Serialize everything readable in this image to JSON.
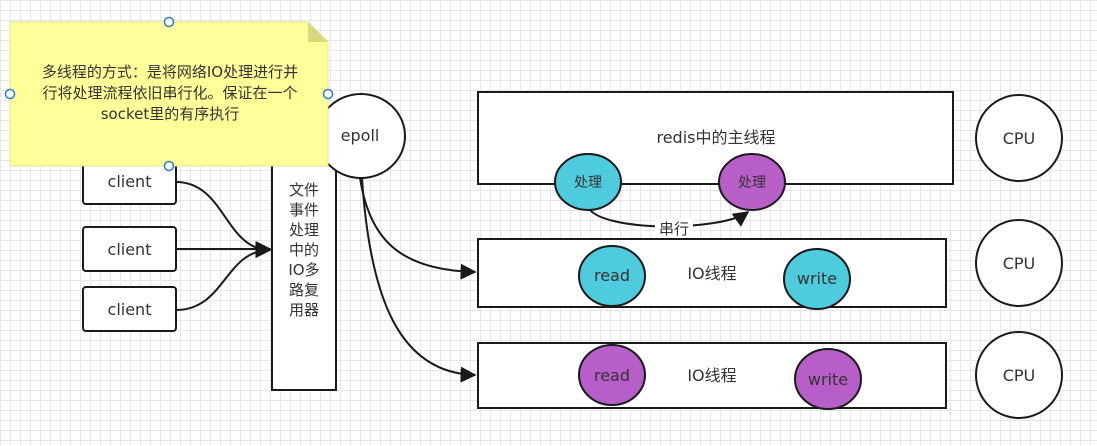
{
  "note": {
    "line1": "多线程的方式：是将网络IO处理进行并",
    "line2": "行将处理流程依旧串行化。保证在一个",
    "line3": "socket里的有序执行",
    "fill_color": "#ffff99",
    "fold_color": "#d9d980"
  },
  "clients": [
    {
      "label": "client"
    },
    {
      "label": "client"
    },
    {
      "label": "client"
    }
  ],
  "epoll": {
    "label": "epoll"
  },
  "multiplexer": {
    "lines": [
      "文件",
      "事件",
      "处理",
      "中的",
      "IO多",
      "路复",
      "用器"
    ]
  },
  "main_thread": {
    "label": "redis中的主线程",
    "process_left": "处理",
    "process_right": "处理",
    "serial_label": "串行"
  },
  "io_threads": [
    {
      "label": "IO线程",
      "read": "read",
      "write": "write",
      "color": "#4ecbdc"
    },
    {
      "label": "IO线程",
      "read": "read",
      "write": "write",
      "color": "#b85ec8"
    }
  ],
  "cpus": [
    {
      "label": "CPU"
    },
    {
      "label": "CPU"
    },
    {
      "label": "CPU"
    }
  ],
  "colors": {
    "cyan": "#4ecbdc",
    "purple": "#b85ec8",
    "stroke": "#1a1a1a",
    "handle": "#2e7cd6"
  }
}
